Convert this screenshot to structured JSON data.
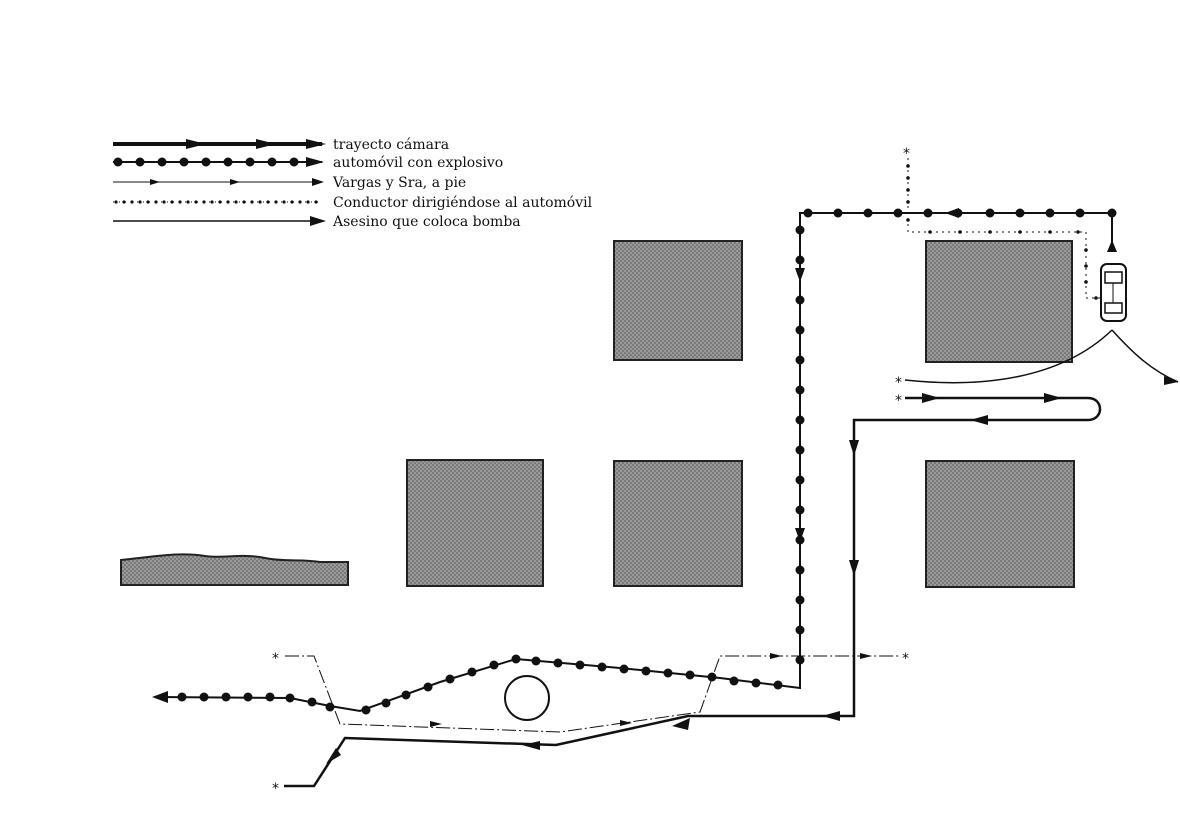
{
  "legend": {
    "items": [
      {
        "label": "trayecto cámara",
        "style": "arrow-thick"
      },
      {
        "label": "automóvil con explosivo",
        "style": "dots-large"
      },
      {
        "label": "Vargas y Sra, a pie",
        "style": "thin-small-arrows"
      },
      {
        "label": "Conductor dirigiéndose al automóvil",
        "style": "dots-small"
      },
      {
        "label": "Asesino que coloca bomba",
        "style": "thin-arrow"
      }
    ]
  },
  "start_marker": "*",
  "colors": {
    "ink": "#111111",
    "block_fill": "#8a8a8a",
    "background": "#ffffff"
  },
  "icons": [
    "car-icon",
    "roundabout-icon",
    "water-area"
  ]
}
